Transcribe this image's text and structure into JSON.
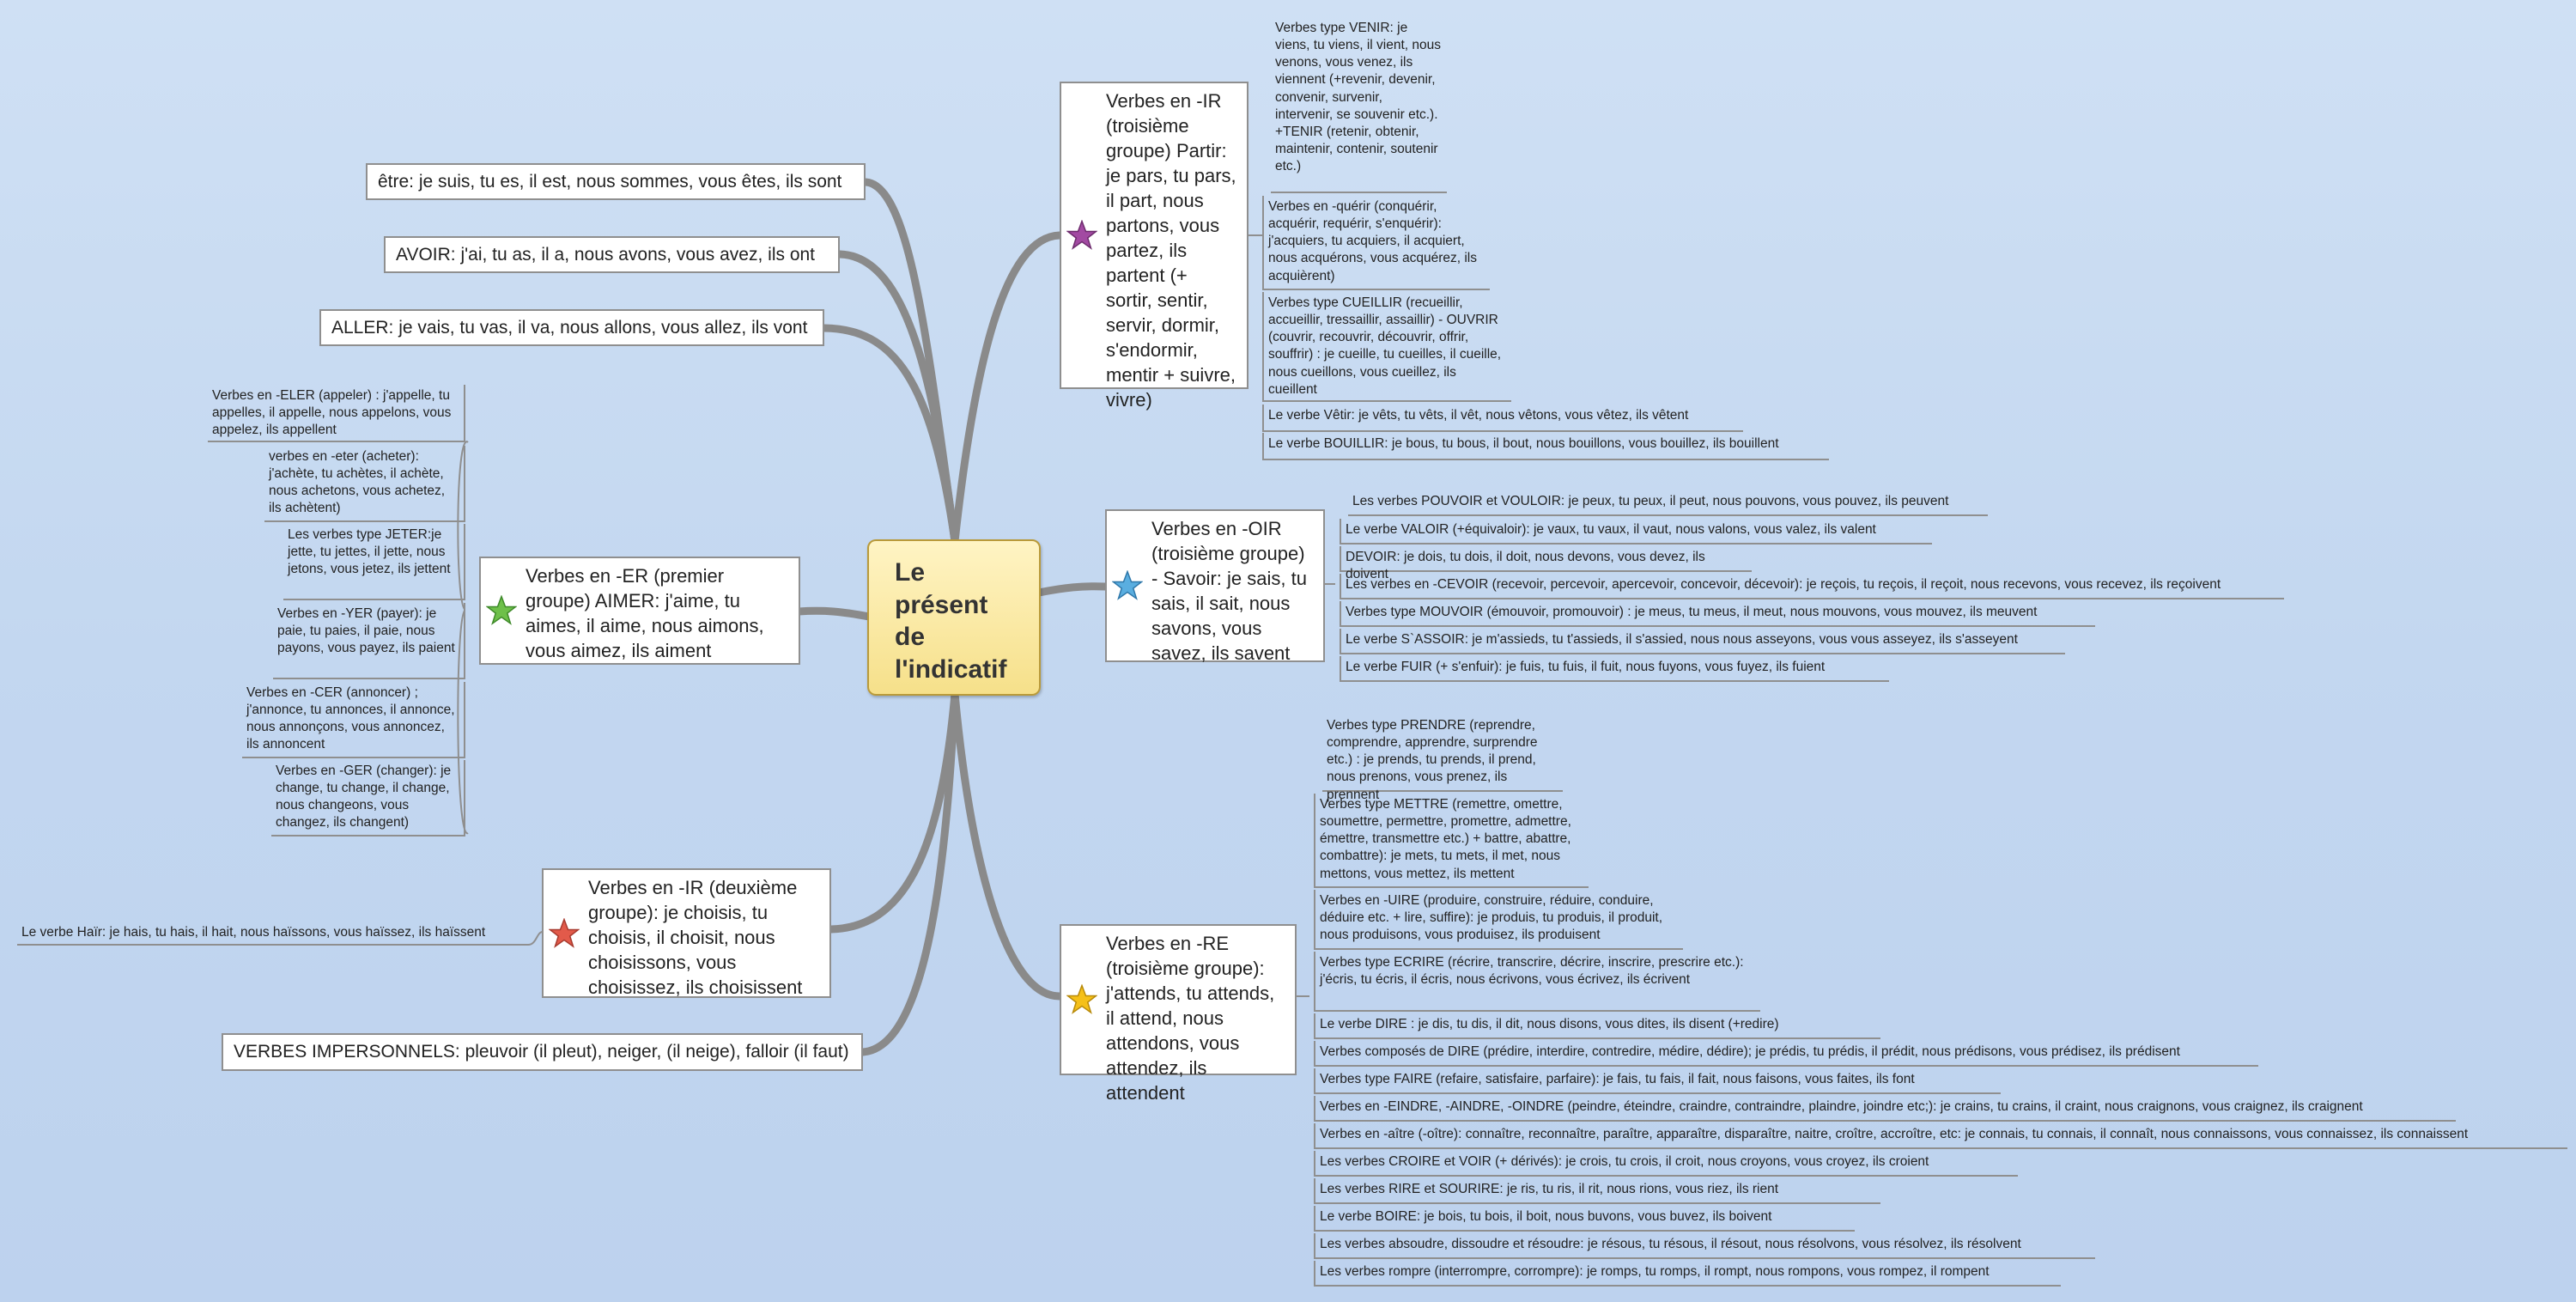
{
  "central": {
    "title": "Le présent de l'indicatif"
  },
  "colors": {
    "line": "#8a8a8a",
    "star_purple": "#a24aa2",
    "star_blue": "#5aaee0",
    "star_green": "#6ec04a",
    "star_red": "#e25a4a",
    "star_yellow": "#f5c018"
  },
  "left_simple": {
    "etre": "être: je suis, tu es, il est, nous sommes, vous êtes, ils sont",
    "avoir": "AVOIR: j'ai, tu as, il a, nous avons, vous avez, ils ont",
    "aller": "ALLER: je vais, tu vas, il va, nous allons, vous allez, ils vont",
    "impersonnels": "VERBES IMPERSONNELS: pleuvoir (il pleut), neiger, (il neige), falloir (il faut)"
  },
  "er": {
    "label": "Verbes en -ER (premier groupe) AIMER: j'aime, tu aimes, il aime, nous aimons, vous aimez, ils aiment",
    "star_icon": "green-star-icon",
    "children": [
      "Verbes en -ELER (appeler) : j'appelle, tu appelles, il appelle, nous appelons, vous appelez, ils appellent",
      "verbes en -eter (acheter): j'achète, tu achètes, il achète, nous achetons, vous achetez, ils achètent)",
      "Les verbes type JETER:je jette, tu jettes, il jette, nous jetons, vous jetez, ils jettent",
      "Verbes en -YER (payer): je paie, tu paies, il paie, nous payons, vous payez, ils paient",
      "Verbes en -CER (annoncer) ; j'annonce, tu annonces, il annonce, nous annonçons, vous annoncez, ils annoncent",
      "Verbes en -GER (changer): je change, tu change, il change, nous changeons, vous changez, ils changent)"
    ]
  },
  "ir2": {
    "label": "Verbes en -IR (deuxième groupe): je choisis, tu choisis, il choisit, nous choisissons, vous choisissez, ils choisissent",
    "star_icon": "red-star-icon",
    "children": [
      "Le verbe Haïr: je hais, tu hais, il hait, nous haïssons, vous haïssez, ils haïssent"
    ]
  },
  "ir3": {
    "label": "Verbes en -IR (troisième groupe) Partir: je pars, tu pars, il part, nous partons, vous partez, ils partent (+ sortir, sentir, servir, dormir, s'endormir, mentir + suivre, vivre)",
    "star_icon": "purple-star-icon",
    "children": [
      "Verbes type VENIR: je viens, tu viens, il vient, nous venons, vous venez, ils viennent (+revenir, devenir, convenir, survenir, intervenir, se souvenir etc.). +TENIR (retenir, obtenir, maintenir, contenir, soutenir etc.)",
      "Verbes en -quérir (conquérir, acquérir, requérir, s'enquérir): j'acquiers, tu acquiers, il acquiert, nous acquérons, vous acquérez, ils acquièrent)",
      "Verbes type CUEILLIR (recueillir, accueillir, tressaillir, assaillir) - OUVRIR (couvrir, recouvrir, découvrir, offrir, souffrir) : je cueille, tu cueilles, il cueille, nous cueillons, vous cueillez, ils cueillent",
      "Le verbe Vêtir: je vêts, tu vêts, il vêt, nous vêtons, vous vêtez, ils vêtent",
      "Le verbe BOUILLIR: je bous, tu bous, il bout, nous bouillons, vous bouillez, ils bouillent"
    ]
  },
  "oir": {
    "label": "Verbes en -OIR (troisième groupe) - Savoir: je sais, tu sais, il sait, nous savons, vous savez, ils savent",
    "star_icon": "blue-star-icon",
    "children": [
      "Les verbes POUVOIR et VOULOIR: je peux, tu peux, il peut, nous pouvons, vous pouvez, ils peuvent",
      "Le verbe VALOIR (+équivaloir): je vaux, tu vaux, il vaut, nous valons, vous valez, ils valent",
      "DEVOIR: je dois, tu dois, il doit, nous devons, vous devez, ils doivent",
      "Les verbes en -CEVOIR (recevoir, percevoir, apercevoir, concevoir, décevoir): je reçois, tu reçois, il reçoit, nous recevons, vous recevez, ils reçoivent",
      "Verbes type MOUVOIR (émouvoir, promouvoir) : je meus, tu meus, il meut, nous mouvons, vous mouvez, ils meuvent",
      "Le verbe S`ASSOIR: je m'assieds, tu t'assieds, il s'assied, nous nous asseyons, vous vous asseyez, ils s'asseyent",
      "Le verbe FUIR (+ s'enfuir): je fuis, tu fuis, il fuit, nous fuyons, vous fuyez, ils fuient"
    ]
  },
  "re": {
    "label": "Verbes en -RE (troisième groupe): j'attends, tu attends, il attend, nous attendons, vous attendez, ils attendent",
    "star_icon": "yellow-star-icon",
    "children": [
      "Verbes type PRENDRE (reprendre, comprendre, apprendre, surprendre etc.) : je prends, tu prends, il prend, nous prenons, vous prenez, ils prennent",
      "Verbes type METTRE (remettre, omettre, soumettre, permettre, promettre, admettre, émettre, transmettre etc.) + battre, abattre, combattre): je mets, tu mets, il met, nous mettons, vous mettez, ils mettent",
      "Verbes en -UIRE (produire, construire, réduire, conduire, déduire etc. + lire, suffire): je produis, tu produis, il produit, nous produisons, vous produisez, ils produisent",
      "Verbes type ECRIRE (récrire, transcrire, décrire, inscrire, prescrire etc.): j'écris, tu écris, il écris, nous écrivons, vous écrivez, ils écrivent",
      "Le verbe DIRE : je dis, tu dis, il dit, nous disons, vous dites, ils disent (+redire)",
      "Verbes composés de DIRE (prédire, interdire, contredire, médire, dédire); je prédis, tu prédis, il prédit, nous prédisons, vous prédisez, ils prédisent",
      "Verbes type FAIRE (refaire, satisfaire, parfaire): je fais, tu fais, il fait, nous faisons, vous faites, ils font",
      "Verbes en -EINDRE, -AINDRE, -OINDRE (peindre, éteindre, craindre, contraindre, plaindre, joindre etc;): je crains, tu crains, il craint, nous craignons, vous craignez, ils craignent",
      "Verbes en -aître (-oître): connaître, reconnaître, paraître, apparaître, disparaître, naitre, croître, accroître, etc: je connais, tu connais, il connaît, nous connaissons, vous connaissez, ils connaissent",
      "Les verbes  CROIRE  et VOIR (+ dérivés): je crois, tu crois, il croit, nous croyons, vous croyez, ils croient",
      "Les verbes RIRE et SOURIRE: je ris, tu ris, il rit, nous rions, vous riez, ils rient",
      "Le verbe BOIRE: je bois, tu bois, il boit, nous buvons, vous buvez, ils boivent",
      "Les verbes absoudre, dissoudre et  résoudre: je résous, tu résous, il résout, nous résolvons, vous résolvez, ils résolvent",
      "Les verbes rompre (interrompre, corrompre): je romps, tu romps, il rompt, nous rompons, vous rompez, il rompent"
    ]
  }
}
